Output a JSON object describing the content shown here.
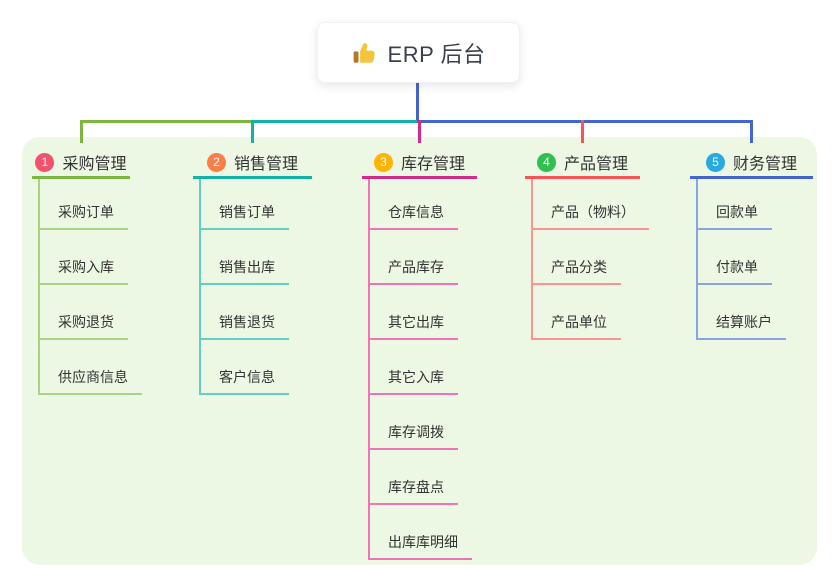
{
  "colors": {
    "panel_bg": "#ecf7e4",
    "root_line": "#4365cf",
    "text": "#333333"
  },
  "root": {
    "label": "ERP 后台",
    "icon": "thumbs-up-icon"
  },
  "branches": [
    {
      "num": "1",
      "label": "采购管理",
      "badge_color": "#f4516c",
      "line_color": "#7eb73f",
      "child_line_color": "#a9d284",
      "children": [
        "采购订单",
        "采购入库",
        "采购退货",
        "供应商信息"
      ]
    },
    {
      "num": "2",
      "label": "销售管理",
      "badge_color": "#fd7d46",
      "line_color": "#12b2a4",
      "child_line_color": "#63cec4",
      "children": [
        "销售订单",
        "销售出库",
        "销售退货",
        "客户信息"
      ]
    },
    {
      "num": "3",
      "label": "库存管理",
      "badge_color": "#ffb305",
      "line_color": "#d42a8a",
      "child_line_color": "#ef74b5",
      "children": [
        "仓库信息",
        "产品库存",
        "其它出库",
        "其它入库",
        "库存调拨",
        "库存盘点",
        "出库库明细"
      ]
    },
    {
      "num": "4",
      "label": "产品管理",
      "badge_color": "#30bf51",
      "line_color": "#f95356",
      "child_line_color": "#fb9294",
      "children": [
        "产品（物料）",
        "产品分类",
        "产品单位"
      ]
    },
    {
      "num": "5",
      "label": "财务管理",
      "badge_color": "#29a9e1",
      "line_color": "#4365cf",
      "child_line_color": "#8aa4e2",
      "children": [
        "回款单",
        "付款单",
        "结算账户"
      ]
    }
  ]
}
